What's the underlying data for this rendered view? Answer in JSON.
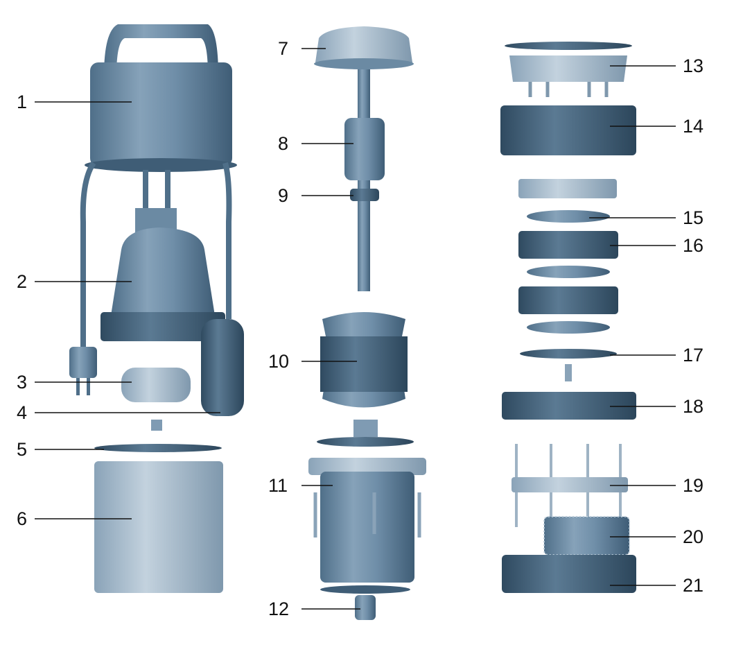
{
  "labels": [
    "1",
    "2",
    "3",
    "4",
    "5",
    "6",
    "7",
    "8",
    "9",
    "10",
    "11",
    "12",
    "13",
    "14",
    "15",
    "16",
    "17",
    "18",
    "19",
    "20",
    "21"
  ],
  "colors": {
    "part_dark": "#4f6f89",
    "part_mid": "#7f9bb3",
    "part_light": "#b9cad8",
    "line": "#111111"
  }
}
